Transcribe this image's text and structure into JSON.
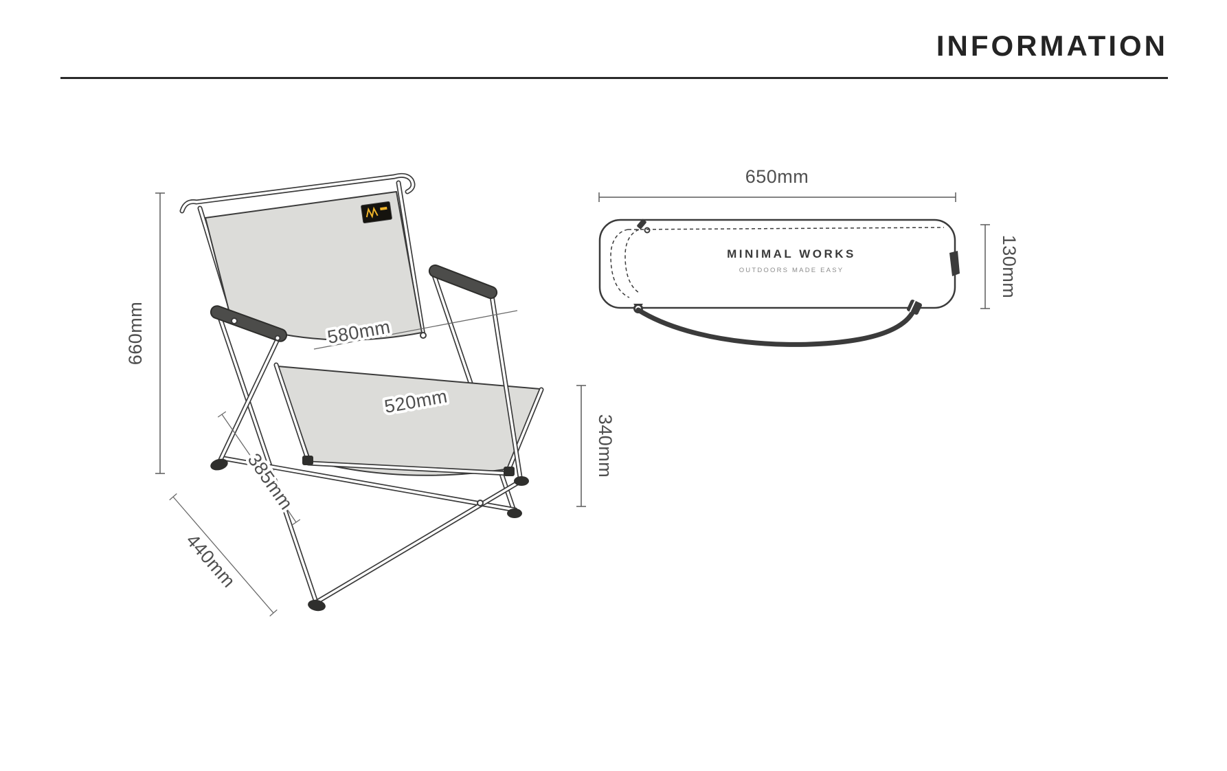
{
  "page": {
    "title": "INFORMATION"
  },
  "chair": {
    "dims": {
      "height": "660mm",
      "back_width": "580mm",
      "seat_width": "520mm",
      "front_edge": "385mm",
      "base_depth": "440mm",
      "seat_height": "340mm"
    }
  },
  "bag": {
    "brand": "MINIMAL WORKS",
    "tagline": "OUTDOORS MADE EASY",
    "dims": {
      "length": "650mm",
      "height": "130mm"
    }
  },
  "colors": {
    "ink": "#3b3b3b",
    "dimension_text": "#4f4f4f",
    "fabric_fill": "#dcdcd9",
    "patch_accent": "#f0b429"
  }
}
